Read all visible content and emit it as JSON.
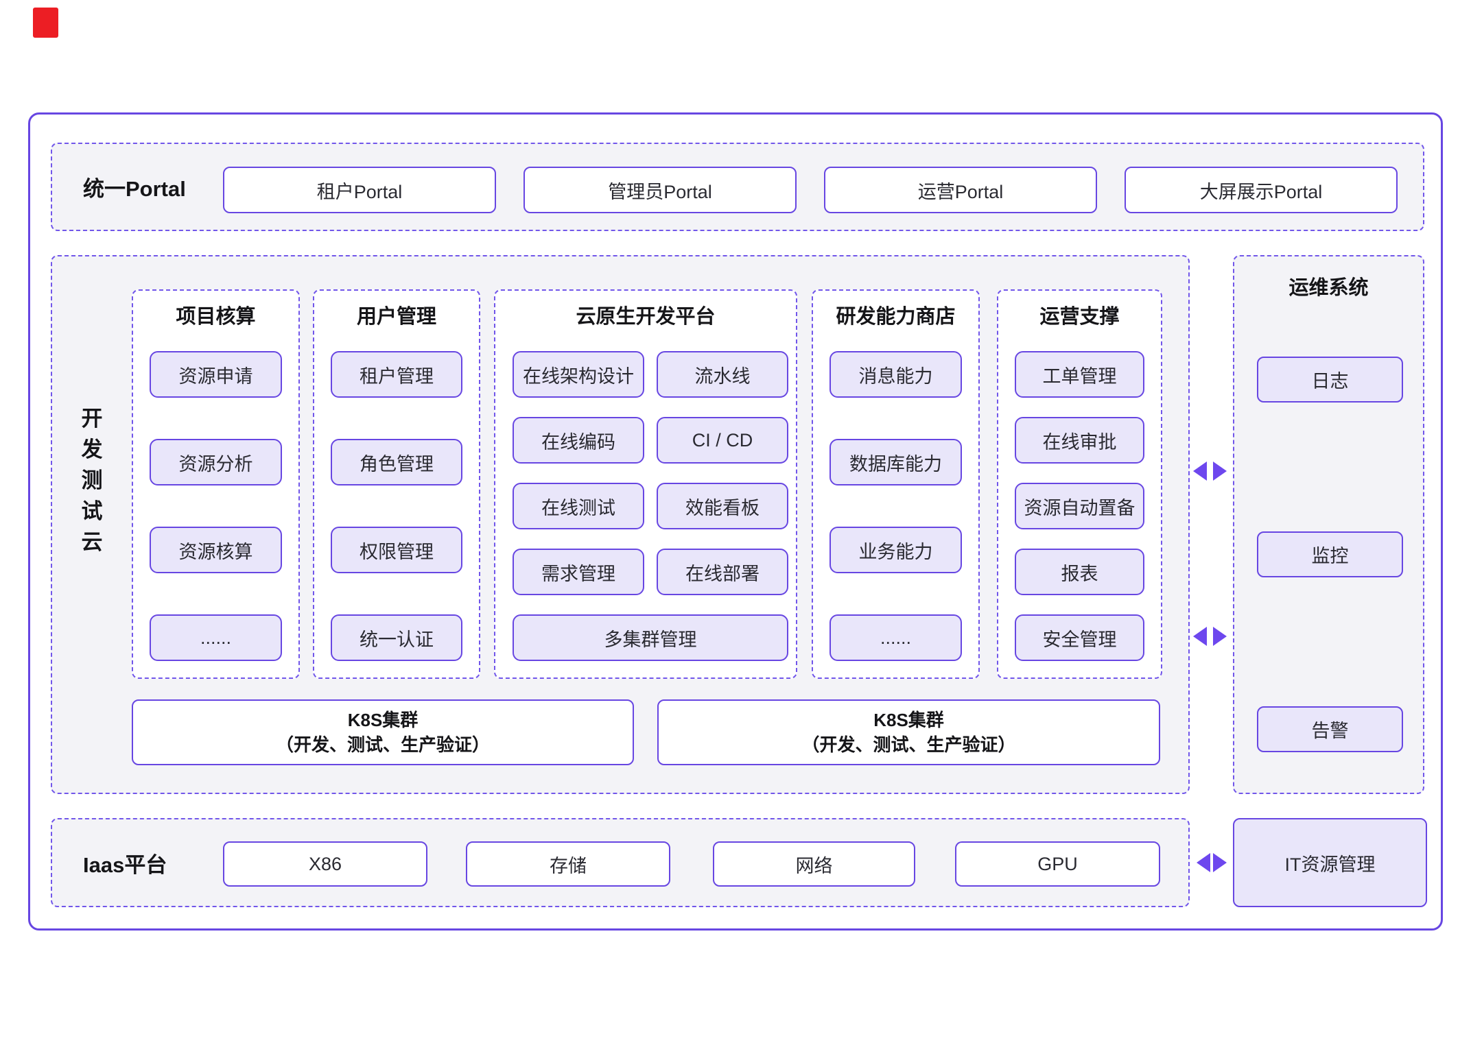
{
  "colors": {
    "accent_purple": "#6746e2",
    "dashed_purple": "#7156ea",
    "lavender_fill": "#e9e6fa",
    "panel_gray": "#f3f3f7",
    "arrow_purple": "#6d47ee",
    "logo_red": "#ec1e24"
  },
  "portal": {
    "label": "统一Portal",
    "buttons": [
      {
        "label": "租户Portal"
      },
      {
        "label": "管理员Portal"
      },
      {
        "label": "运营Portal"
      },
      {
        "label": "大屏展示Portal"
      }
    ]
  },
  "dev_cloud": {
    "vertical_label": [
      "开",
      "发",
      "测",
      "试",
      "云"
    ],
    "columns": [
      {
        "title": "项目核算",
        "items": [
          "资源申请",
          "资源分析",
          "资源核算",
          "......"
        ]
      },
      {
        "title": "用户管理",
        "items": [
          "租户管理",
          "角色管理",
          "权限管理",
          "统一认证"
        ]
      },
      {
        "title": "云原生开发平台",
        "rows": [
          [
            "在线架构设计",
            "流水线"
          ],
          [
            "在线编码",
            "CI / CD"
          ],
          [
            "在线测试",
            "效能看板"
          ],
          [
            "需求管理",
            "在线部署"
          ]
        ],
        "full_width_item": "多集群管理"
      },
      {
        "title": "研发能力商店",
        "items": [
          "消息能力",
          "数据库能力",
          "业务能力",
          "......"
        ]
      },
      {
        "title": "运营支撑",
        "items": [
          "工单管理",
          "在线审批",
          "资源自动置备",
          "报表",
          "安全管理"
        ]
      }
    ],
    "k8s_clusters": [
      {
        "line1": "K8S集群",
        "line2": "（开发、测试、生产验证）"
      },
      {
        "line1": "K8S集群",
        "line2": "（开发、测试、生产验证）"
      }
    ]
  },
  "ops_system": {
    "title": "运维系统",
    "items": [
      "日志",
      "监控",
      "告警"
    ]
  },
  "iaas": {
    "label": "Iaas平台",
    "boxes": [
      "X86",
      "存储",
      "网络",
      "GPU"
    ],
    "it_resource_label": "IT资源管理"
  }
}
